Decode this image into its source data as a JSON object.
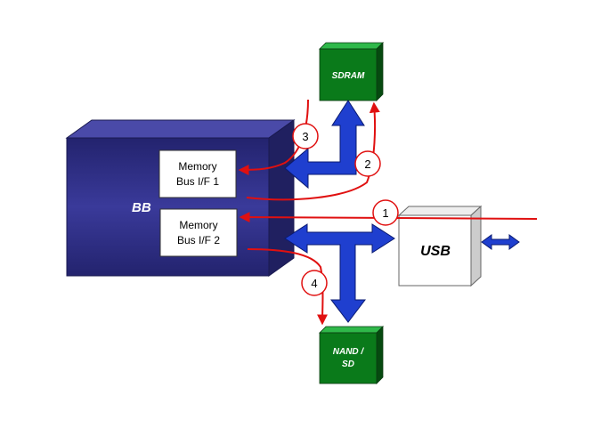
{
  "blocks": {
    "bb": {
      "label": "BB",
      "color": "#29297a"
    },
    "sdram": {
      "label": "SDRAM",
      "color": "#0a7a1a"
    },
    "nand": {
      "line1": "NAND /",
      "line2": "SD",
      "color": "#0a7a1a"
    },
    "usb": {
      "label": "USB"
    },
    "if1": {
      "line1": "Memory",
      "line2": "Bus I/F 1"
    },
    "if2": {
      "line1": "Memory",
      "line2": "Bus I/F 2"
    }
  },
  "paths": [
    {
      "number": "1"
    },
    {
      "number": "2"
    },
    {
      "number": "3"
    },
    {
      "number": "4"
    }
  ],
  "colors": {
    "bus_arrow": "#1f3fcf",
    "path_line": "#e01010"
  }
}
